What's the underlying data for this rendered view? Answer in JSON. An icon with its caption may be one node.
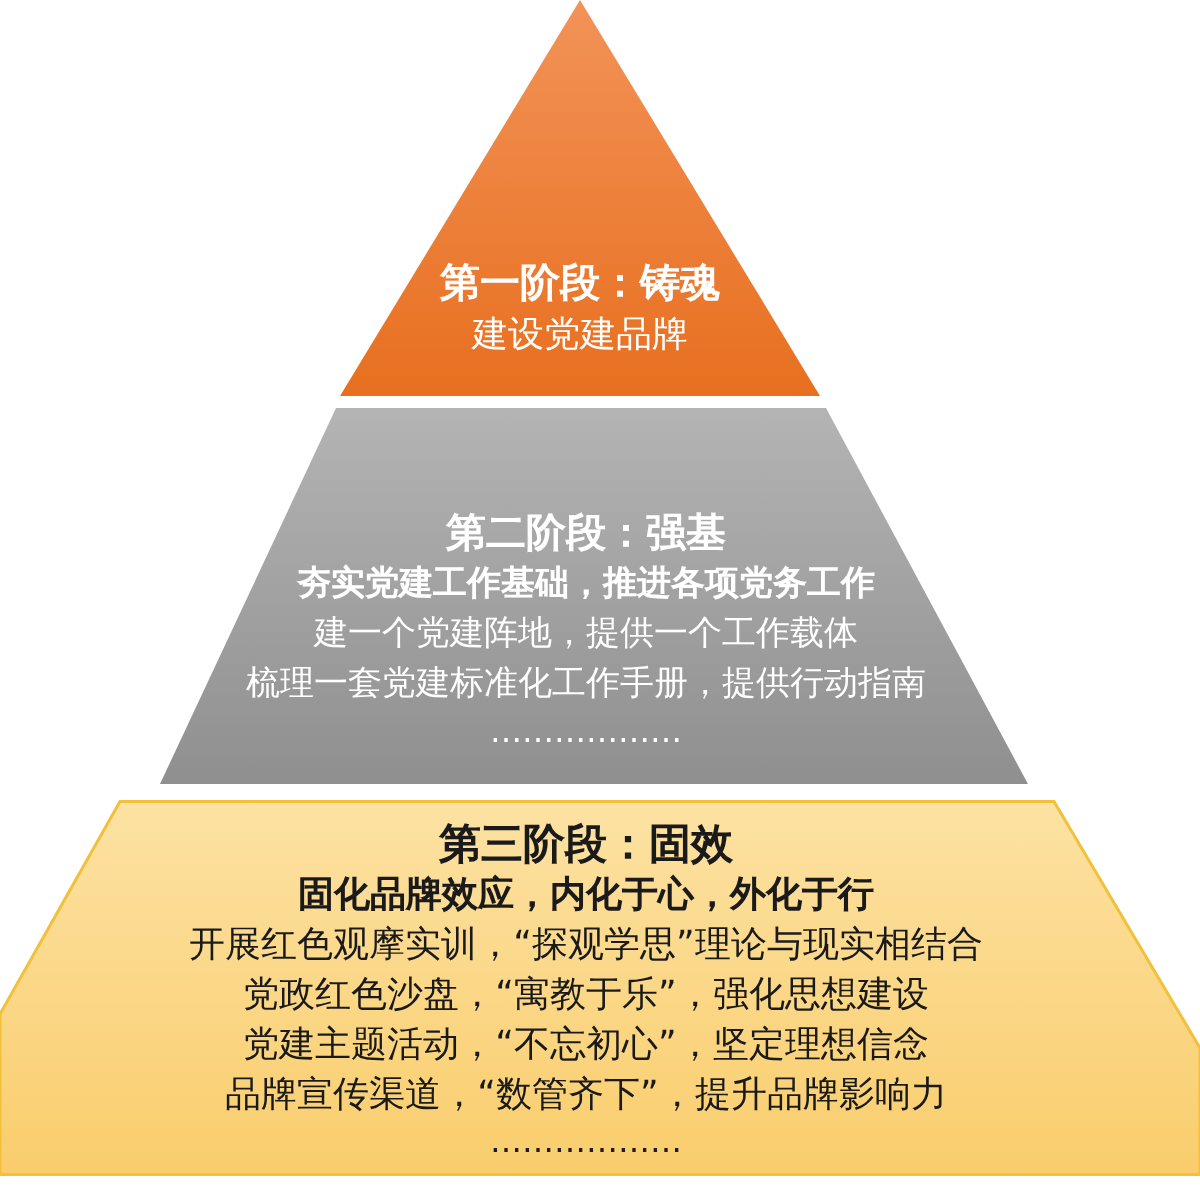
{
  "diagram": {
    "nodes": [
      {
        "text": [
          "第一阶段：铸魂",
          "建设党建品牌"
        ]
      },
      {
        "text": [
          "第二阶段：强基",
          "夯实党建工作基础，推进各项党务工作",
          "建一个党建阵地，提供一个工作载体",
          "梳理一套党建标准化工作手册，提供行动指南",
          "………………"
        ]
      },
      {
        "text": [
          "第三阶段：固效",
          "固化品牌效应，内化于心，外化于行",
          "开展红色观摩实训，“探观学思”理论与现实相结合",
          "党政红色沙盘，“寓教于乐”，强化思想建设",
          "党建主题活动，“不忘初心”，坚定理想信念",
          "品牌宣传渠道，“数管齐下”，提升品牌影响力",
          "………………"
        ]
      }
    ]
  }
}
